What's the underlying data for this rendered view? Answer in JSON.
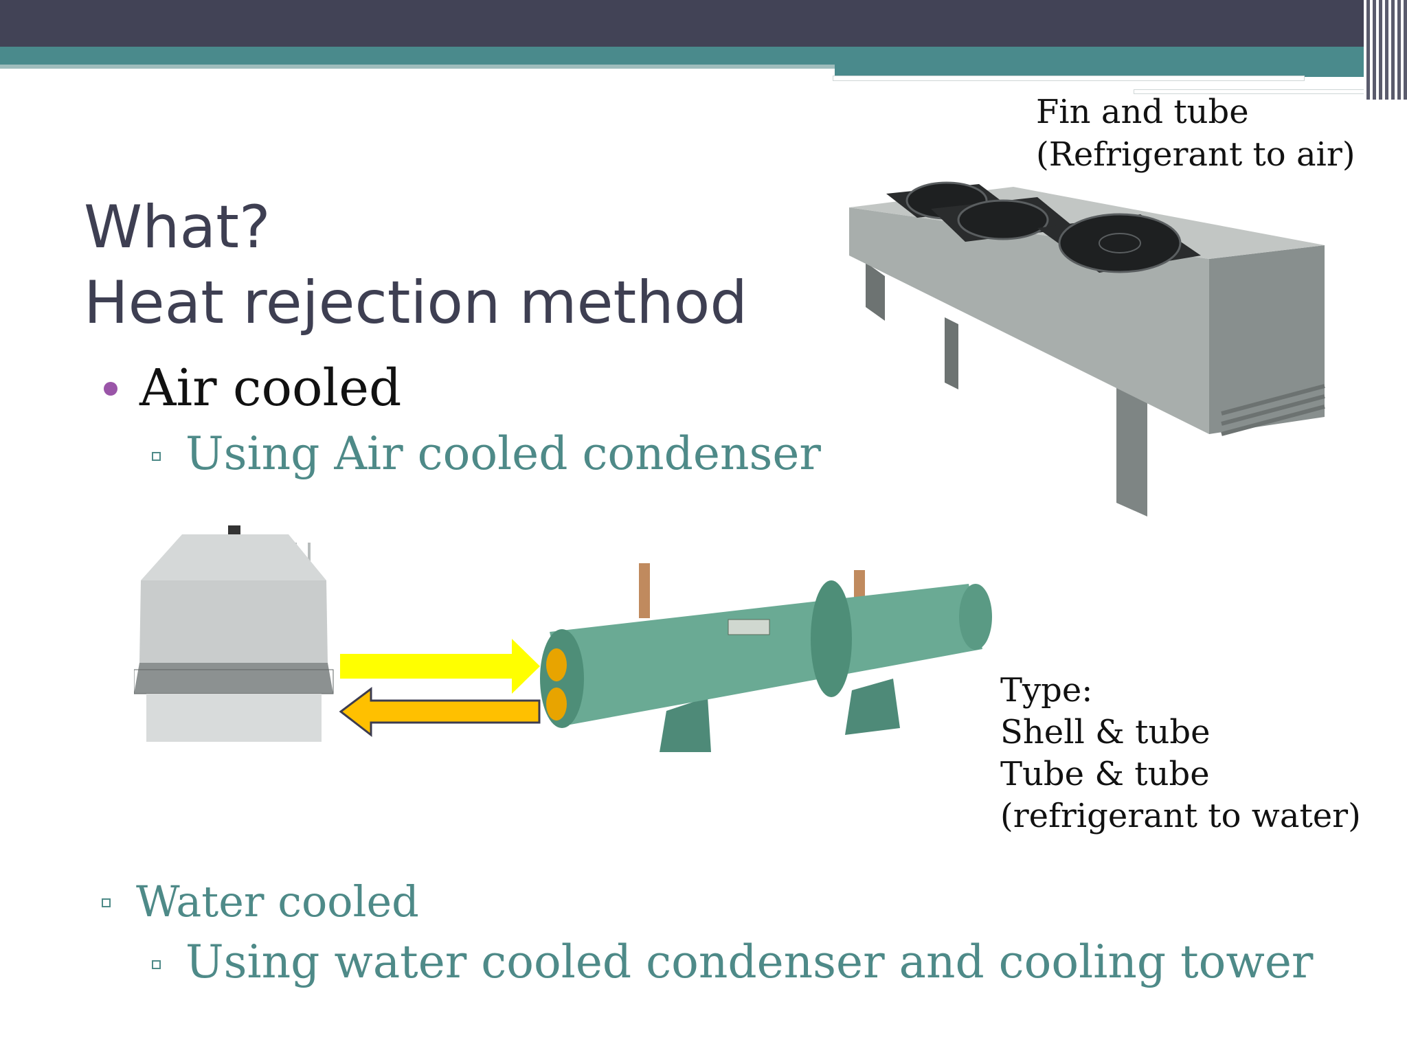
{
  "slide": {
    "title_line_1": "What?",
    "title_line_2": "Heat rejection method",
    "bullet_1": "Air cooled",
    "bullet_1_sub": "Using Air cooled condenser",
    "bullet_2": "Water cooled",
    "bullet_2_sub": "Using water cooled condenser and cooling tower"
  },
  "captions": {
    "fin_tube_line_1": "Fin and tube",
    "fin_tube_line_2": "(Refrigerant to air)",
    "type_line_1": "Type:",
    "type_line_2": "Shell & tube",
    "type_line_3": "Tube & tube",
    "type_line_4": "(refrigerant to water)"
  },
  "colors": {
    "header_dark": "#424356",
    "header_teal": "#4a8a8c",
    "title": "#3e3f52",
    "bullet_dot": "#9a55a8",
    "subtext_teal": "#4e8a88",
    "arrow_yellow": "#ffff00",
    "arrow_orange": "#ffc000"
  },
  "images": [
    {
      "name": "air-cooled-condenser",
      "icon": "condenser-unit-with-fans"
    },
    {
      "name": "cooling-tower",
      "icon": "round-cooling-tower"
    },
    {
      "name": "shell-and-tube-condenser",
      "icon": "cylindrical-heat-exchanger"
    }
  ]
}
